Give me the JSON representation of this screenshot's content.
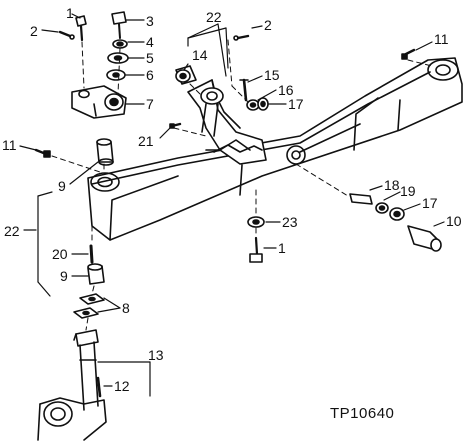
{
  "figure_id": "TP10640",
  "colors": {
    "ink": "#111111",
    "paper": "#ffffff"
  },
  "callouts": {
    "c1_top": "1",
    "c2_left": "2",
    "c3": "3",
    "c4": "4",
    "c5": "5",
    "c6": "6",
    "c7": "7",
    "c22_top": "22",
    "c14": "14",
    "c2_mid": "2",
    "c15": "15",
    "c16": "16",
    "c17_top": "17",
    "c21": "21",
    "c11_right": "11",
    "c11_left": "11",
    "c9_top": "9",
    "c22_left": "22",
    "c18": "18",
    "c19": "19",
    "c17_right": "17",
    "c10": "10",
    "c23": "23",
    "c1_bottom": "1",
    "c20": "20",
    "c9_bottom": "9",
    "c8": "8",
    "c13": "13",
    "c12": "12"
  }
}
